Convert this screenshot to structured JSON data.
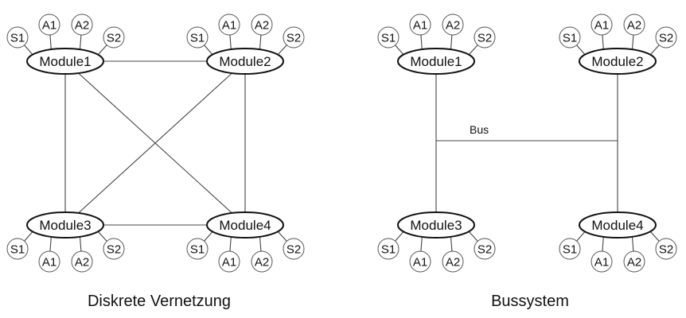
{
  "diagrams": [
    {
      "caption": "Diskrete Vernetzung",
      "modules": [
        {
          "label": "Module1",
          "ports": {
            "S1": "S1",
            "A1": "A1",
            "A2": "A2",
            "S2": "S2"
          }
        },
        {
          "label": "Module2",
          "ports": {
            "S1": "S1",
            "A1": "A1",
            "A2": "A2",
            "S2": "S2"
          }
        },
        {
          "label": "Module3",
          "ports": {
            "S1": "S1",
            "A1": "A1",
            "A2": "A2",
            "S2": "S2"
          }
        },
        {
          "label": "Module4",
          "ports": {
            "S1": "S1",
            "A1": "A1",
            "A2": "A2",
            "S2": "S2"
          }
        }
      ],
      "connections": [
        [
          "Module1",
          "Module2"
        ],
        [
          "Module1",
          "Module3"
        ],
        [
          "Module1",
          "Module4"
        ],
        [
          "Module2",
          "Module3"
        ],
        [
          "Module2",
          "Module4"
        ],
        [
          "Module3",
          "Module4"
        ]
      ]
    },
    {
      "caption": "Bussystem",
      "bus_label": "Bus",
      "modules": [
        {
          "label": "Module1",
          "ports": {
            "S1": "S1",
            "A1": "A1",
            "A2": "A2",
            "S2": "S2"
          }
        },
        {
          "label": "Module2",
          "ports": {
            "S1": "S1",
            "A1": "A1",
            "A2": "A2",
            "S2": "S2"
          }
        },
        {
          "label": "Module3",
          "ports": {
            "S1": "S1",
            "A1": "A1",
            "A2": "A2",
            "S2": "S2"
          }
        },
        {
          "label": "Module4",
          "ports": {
            "S1": "S1",
            "A1": "A1",
            "A2": "A2",
            "S2": "S2"
          }
        }
      ]
    }
  ]
}
